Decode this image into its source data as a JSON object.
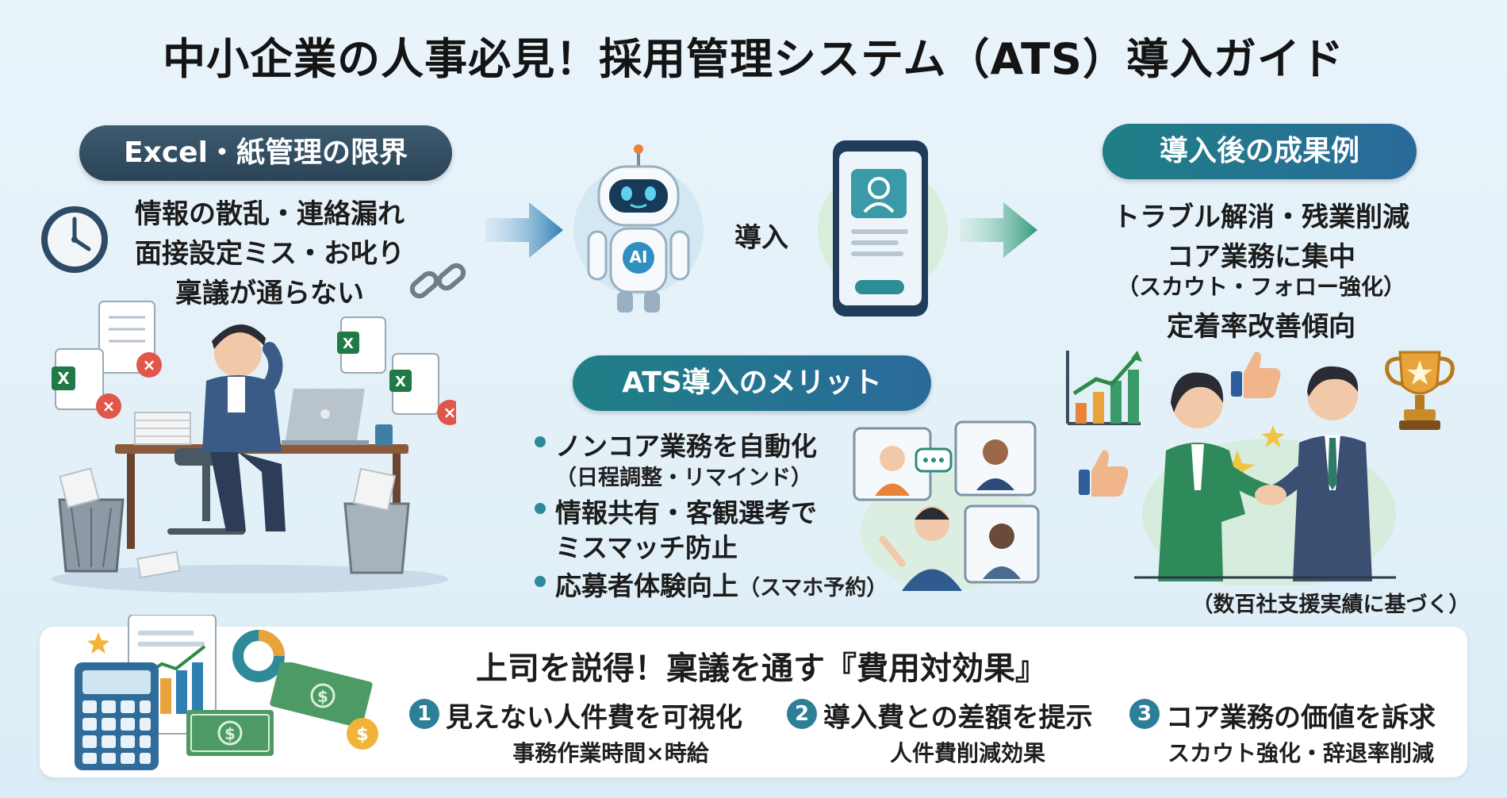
{
  "title": "中小企業の人事必見！採用管理システム（ATS）導入ガイド",
  "left": {
    "header": "Excel・紙管理の限界",
    "problems": [
      "情報の散乱・連絡漏れ",
      "面接設定ミス・お叱り",
      "稟議が通らない"
    ]
  },
  "center": {
    "intro_label": "導入",
    "ai_badge": "AI",
    "merits_header": "ATS導入のメリット",
    "merits": [
      {
        "text": "ノンコア業務を自動化",
        "sub": "（日程調整・リマインド）"
      },
      {
        "text": "情報共有・客観選考で",
        "sub": "ミスマッチ防止"
      },
      {
        "text": "応募者体験向上",
        "sub": "（スマホ予約）"
      }
    ]
  },
  "right": {
    "header": "導入後の成果例",
    "results": [
      "トラブル解消・残業削減",
      "コア業務に集中",
      "（スカウト・フォロー強化）",
      "定着率改善傾向"
    ],
    "note": "（数百社支援実績に基づく）"
  },
  "bottom": {
    "heading": "上司を説得！稟議を通す『費用対効果』",
    "points": [
      {
        "num": "1",
        "title": "見えない人件費を可視化",
        "sub": "事務作業時間×時給"
      },
      {
        "num": "2",
        "title": "導入費との差額を提示",
        "sub": "人件費削減効果"
      },
      {
        "num": "3",
        "title": "コア業務の価値を訴求",
        "sub": "スカウト強化・辞退率削減"
      }
    ]
  },
  "colors": {
    "teal": "#2a7f8c",
    "navy": "#2b4457",
    "green": "#3a9a6a",
    "orange": "#e8833a"
  },
  "icons": [
    "clock-icon",
    "broken-chain-icon",
    "excel-file-icon",
    "error-x-icon",
    "robot-icon",
    "smartphone-icon",
    "arrow-right-icon",
    "video-call-icon",
    "bar-chart-icon",
    "thumbs-up-icon",
    "trophy-icon",
    "calculator-icon",
    "money-icon",
    "handshake-illustration"
  ]
}
